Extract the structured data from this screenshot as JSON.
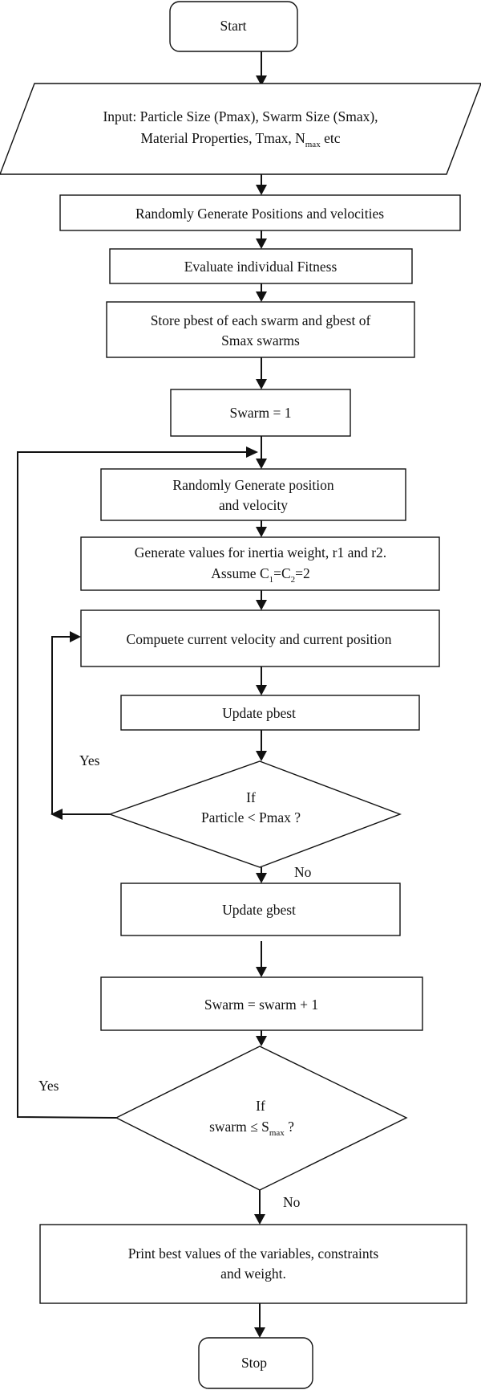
{
  "flowchart": {
    "start": "Start",
    "input_line1": "Input: Particle Size (Pmax), Swarm Size (Smax),",
    "input_line2_pre": "Material Properties, Tmax, N",
    "input_line2_sub": "max",
    "input_line2_post": " etc",
    "randomly_generate_all": "Randomly Generate Positions and velocities",
    "evaluate_fitness": "Evaluate individual Fitness",
    "store_best_line1": "Store pbest of each swarm and gbest of",
    "store_best_line2": "Smax swarms",
    "swarm_init": "Swarm = 1",
    "randomly_generate_one_line1": "Randomly Generate position",
    "randomly_generate_one_line2": "and velocity",
    "generate_values_line1": "Generate values for inertia weight, r1 and r2.",
    "generate_values_line2_pre": "Assume C",
    "generate_values_c1_sub": "1",
    "generate_values_mid": "=C",
    "generate_values_c2_sub": "2",
    "generate_values_post": "=2",
    "compute_velocity": "Compuete current velocity and current position",
    "update_pbest": "Update pbest",
    "decision1_line1": "If",
    "decision1_line2": "Particle < Pmax ?",
    "decision1_yes": "Yes",
    "decision1_no": "No",
    "update_gbest": "Update gbest",
    "swarm_increment": "Swarm  = swarm + 1",
    "decision2_line1": "If",
    "decision2_line2_pre": "swarm ≤ S",
    "decision2_line2_sub": "max",
    "decision2_line2_post": " ?",
    "decision2_yes": "Yes",
    "decision2_no": "No",
    "print_line1": "Print best values of the variables, constraints",
    "print_line2": "and weight.",
    "stop": "Stop"
  }
}
